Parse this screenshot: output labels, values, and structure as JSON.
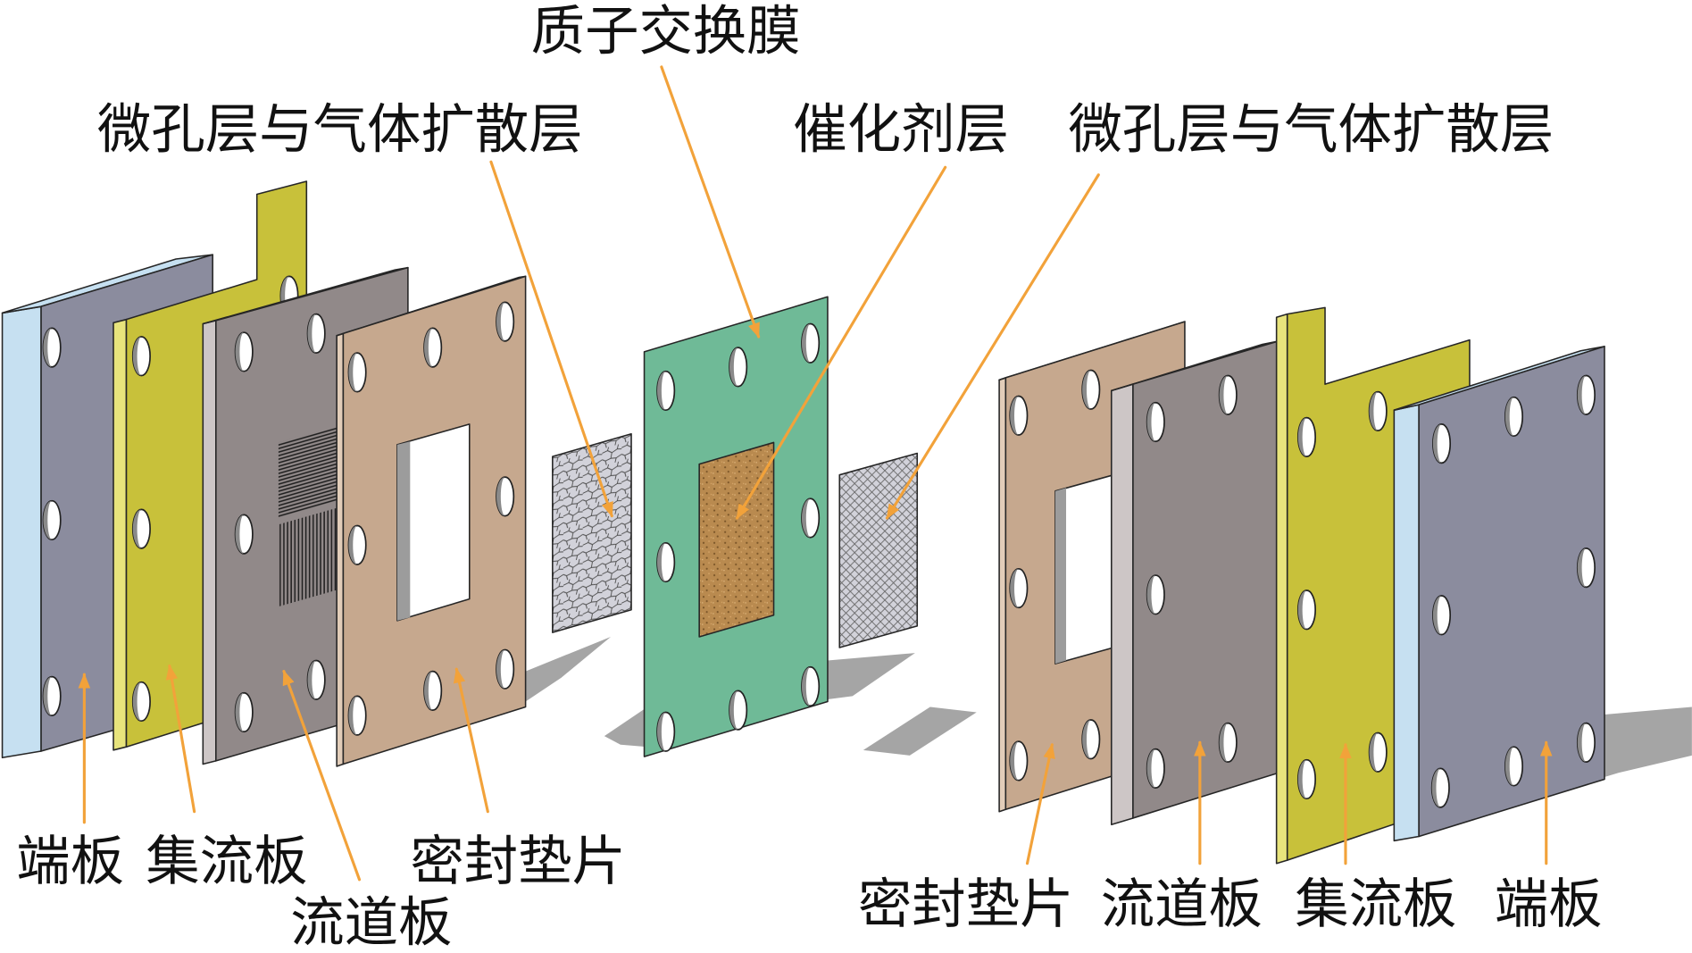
{
  "labels": {
    "membrane": "质子交换膜",
    "gdl_left": "微孔层与气体扩散层",
    "catalyst_layer": "催化剂层",
    "gdl_right": "微孔层与气体扩散层",
    "left": {
      "end_plate": "端板",
      "current_collector": "集流板",
      "flow_field_plate": "流道板",
      "gasket": "密封垫片"
    },
    "right": {
      "gasket": "密封垫片",
      "flow_field_plate": "流道板",
      "current_collector": "集流板",
      "end_plate": "端板"
    }
  },
  "colors": {
    "end_plate_face": "#8b8c9e",
    "end_plate_edge": "#c6e0f1",
    "collector_face": "#c8c13a",
    "collector_edge": "#e8e47c",
    "flow_plate_face": "#918989",
    "flow_plate_edge": "#cdc6c6",
    "gasket_face": "#c6a88e",
    "gasket_edge": "#e2cdb9",
    "membrane": "#6fba97",
    "catalyst": "#b98a4f",
    "gdl": "#d2d2da",
    "leader_arrow": "#f2a23a",
    "shadow": "#8c8c8c"
  }
}
